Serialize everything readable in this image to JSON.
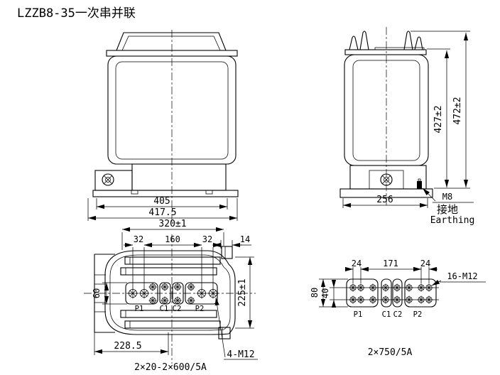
{
  "title": "LZZB8-35一次串并联",
  "front_view": {
    "dim_body_width": "405",
    "dim_base_width": "417.5"
  },
  "side_view": {
    "dim_base_depth": "256",
    "dim_height_to_top_plate": "427±2",
    "dim_overall_height": "472±2",
    "earth_bolt": "M8",
    "earth_label_cn": "接地",
    "earth_label_en": "Earthing"
  },
  "plan_view": {
    "dim_overall_width": "320±1",
    "dim_p1_spacing": "32",
    "dim_center_spacing": "160",
    "dim_p2_spacing": "32",
    "dim_tab_width": "14",
    "dim_terminal_block_height": "60",
    "dim_overall_depth": "225±1",
    "dim_left_offset": "228.5",
    "bolt_callout": "4-M12",
    "terminal_labels": [
      "P1",
      "C1",
      "C2",
      "P2"
    ],
    "rating": "2×20-2×600/5A"
  },
  "detail_view": {
    "dim_pair_left": "24",
    "dim_span": "171",
    "dim_pair_right": "24",
    "dim_block_height": "80",
    "dim_row_spacing": "40",
    "bolt_callout": "16-M12",
    "terminal_labels": [
      "P1",
      "C1",
      "C2",
      "P2"
    ],
    "rating": "2×750/5A"
  }
}
